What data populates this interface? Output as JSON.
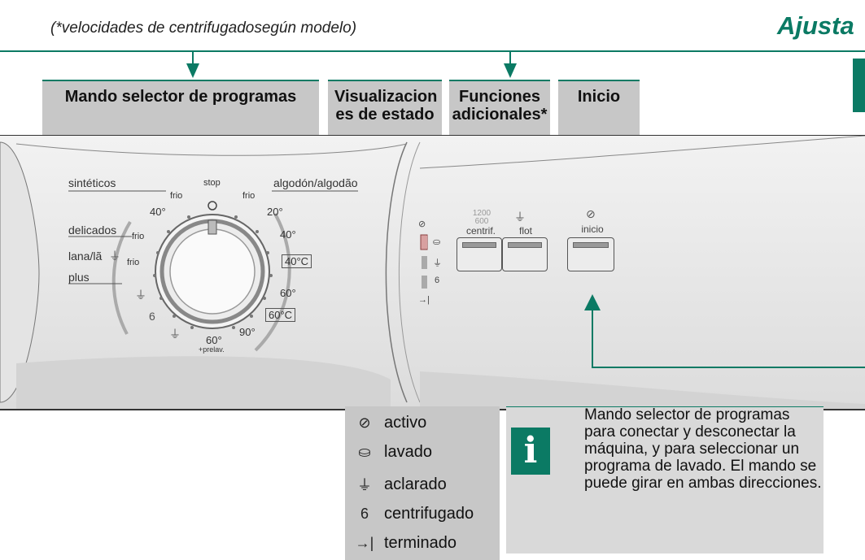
{
  "note": "(*velocidades de centrifugadosegún modelo)",
  "section_title": "Ajusta",
  "headers": {
    "program_selector": "Mando selector de programas",
    "status_display": "Visualizacion es de estado",
    "extra_functions": "Funciones adicionales*",
    "start": "Inicio"
  },
  "dial": {
    "stop": "stop",
    "sinteticos": "sintéticos",
    "algodon": "algodón/algodão",
    "delicados": "delicados",
    "lana": "lana/lã",
    "plus": "plus",
    "frio": "frio",
    "t40": "40°",
    "t20": "20°",
    "t40c": "40°C",
    "t60": "60°",
    "t60c": "60°C",
    "t90": "90°",
    "prelav": "+prelav."
  },
  "buttons": {
    "centrif_top": "1200",
    "centrif_mid": "600",
    "centrif_label": "centrif.",
    "flot_label": "flot",
    "inicio_label": "inicio"
  },
  "legend": [
    {
      "icon": "activo-icon",
      "glyph": "⊘",
      "label": "activo"
    },
    {
      "icon": "lavado-icon",
      "glyph": "⛀",
      "label": "lavado"
    },
    {
      "icon": "aclarado-icon",
      "glyph": "⏚",
      "label": "aclarado"
    },
    {
      "icon": "centrifugado-icon",
      "glyph": "6",
      "label": "centrifugado"
    },
    {
      "icon": "terminado-icon",
      "glyph": "→|",
      "label": "terminado"
    }
  ],
  "info_text": "Mando selector de programas para conectar y desconectar la máquina, y para seleccionar un programa de lavado. El mando se puede girar en ambas direcciones.",
  "info_icon": "i",
  "colors": {
    "accent": "#0b7a64",
    "header_bg": "#c7c7c7"
  }
}
